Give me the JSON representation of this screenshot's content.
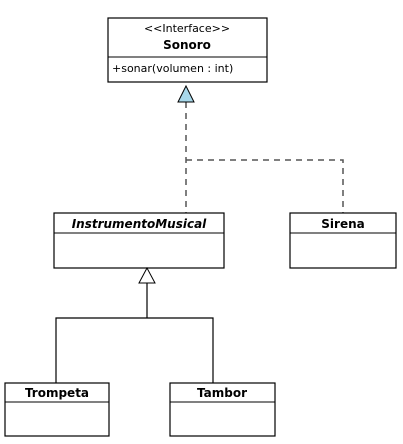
{
  "classes": {
    "sonoro": {
      "stereotype": "<<Interface>>",
      "name": "Sonoro",
      "operations": [
        "+sonar(volumen : int)"
      ]
    },
    "instrumento": {
      "name": "InstrumentoMusical",
      "abstract": true
    },
    "sirena": {
      "name": "Sirena"
    },
    "trompeta": {
      "name": "Trompeta"
    },
    "tambor": {
      "name": "Tambor"
    }
  },
  "colors": {
    "line": "#000000",
    "realization_arrow_fill": "#a8d8ea",
    "dashed_line": "#555555"
  }
}
